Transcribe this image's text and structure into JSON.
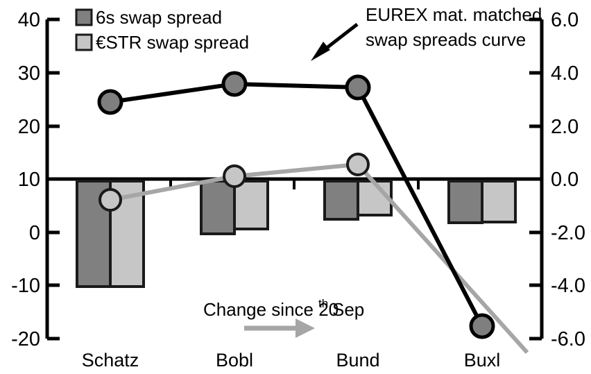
{
  "chart_data": {
    "type": "bar",
    "title": "",
    "subtitle": "",
    "xlabel": "",
    "ylabel": "",
    "categories": [
      "Schatz",
      "Bobl",
      "Bund",
      "Buxl"
    ],
    "grid": false,
    "legend_position": "top-left",
    "left_axis": {
      "ticks": [
        "40",
        "30",
        "20",
        "10",
        "0",
        "-10",
        "-20"
      ],
      "tick_values": [
        40,
        30,
        20,
        10,
        0,
        -10,
        -20
      ],
      "ylim": [
        -20,
        40
      ],
      "label": ""
    },
    "right_axis": {
      "ticks": [
        "6.0",
        "4.0",
        "2.0",
        "0.0",
        "-2.0",
        "-4.0",
        "-6.0"
      ],
      "tick_values": [
        6.0,
        4.0,
        2.0,
        0.0,
        -2.0,
        -4.0,
        -6.0
      ],
      "ylim": [
        -6.0,
        6.0
      ],
      "label": ""
    },
    "series": [
      {
        "name": "6s swap spread",
        "kind": "bar",
        "axis": "right",
        "color": "#808080",
        "edge_color": "#1a1a1a",
        "values": [
          -4.05,
          -1.97,
          -1.4,
          -1.55
        ]
      },
      {
        "name": "€STR swap spread",
        "kind": "bar",
        "axis": "right",
        "color": "#c6c6c6",
        "edge_color": "#1a1a1a",
        "values": [
          -4.05,
          -1.78,
          -1.25,
          -1.52
        ]
      },
      {
        "name": "EUREX mat. matched swap spreads curve",
        "kind": "line",
        "axis": "left",
        "color": "#000000",
        "marker_fill": "#7f7f7f",
        "values": [
          24.5,
          27.9,
          27.3,
          -18.1
        ]
      },
      {
        "name": "Change since 20th Sep",
        "kind": "line",
        "axis": "left",
        "color": "#a6a6a6",
        "marker_fill": "#c6c6c6",
        "values": [
          6.1,
          10.5,
          12.7,
          -21.5
        ]
      }
    ]
  },
  "legend": {
    "items": [
      {
        "label": "6s swap spread",
        "swatch": "#808080"
      },
      {
        "label": "€STR swap spread",
        "swatch": "#c6c6c6"
      }
    ]
  },
  "annotations": {
    "curve_callout": {
      "line1": "EUREX mat. matched",
      "line2": "swap spreads curve"
    },
    "change_note": {
      "prefix": "Change since 20",
      "sup": "th",
      "suffix": " Sep"
    }
  },
  "colors": {
    "bar_dark": "#808080",
    "bar_light": "#c6c6c6",
    "line_dark": "#000000",
    "line_light": "#a6a6a6",
    "axis": "#000000",
    "background": "#ffffff"
  }
}
